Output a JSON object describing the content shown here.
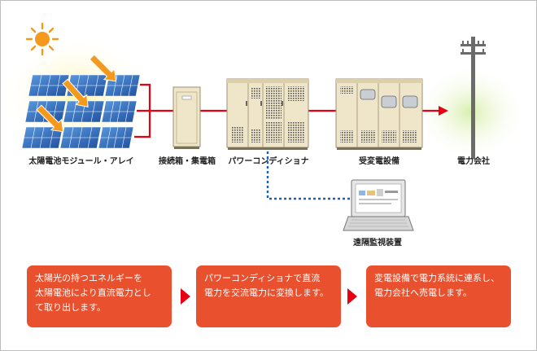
{
  "labels": {
    "solar_array": "太陽電池モジュール・アレイ",
    "junction_box": "接続箱・集電箱",
    "power_conditioner": "パワーコンディショナ",
    "substation": "受変電設備",
    "power_company": "電力会社",
    "remote_monitor": "遠隔監視装置"
  },
  "steps": [
    {
      "text": "太陽光の持つエネルギーを\n太陽電池により直流電力とし\nて取り出します。"
    },
    {
      "text": "パワーコンディショナで直流\n電力を交流電力に変換します。"
    },
    {
      "text": "変電設備で電力系統に連系し、\n電力会社へ売電します。"
    }
  ],
  "colors": {
    "accent_red": "#e60012",
    "card_orange": "#e9502e",
    "panel_blue": "#2a6bbf",
    "cabinet_beige": "#efe5c8",
    "monitor_link_blue": "#1f5fb0",
    "sun_orange": "#f39a1e"
  }
}
